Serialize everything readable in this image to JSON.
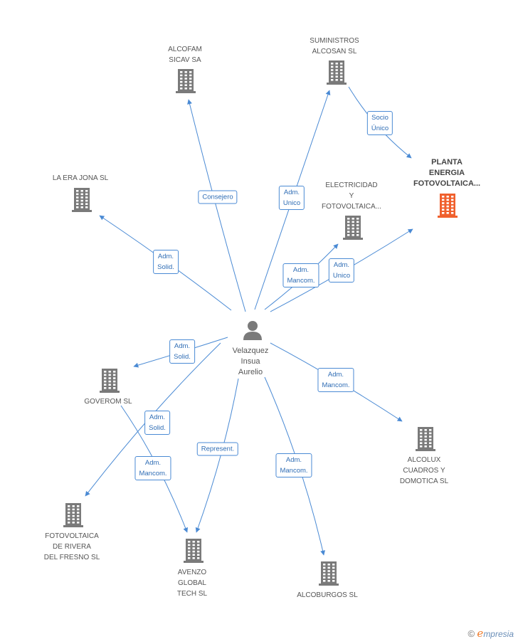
{
  "center": {
    "label": "Velazquez\nInsua\nAurelio"
  },
  "companies": [
    {
      "id": "alcofam",
      "label": "ALCOFAM\nSICAV SA",
      "highlight": false
    },
    {
      "id": "suministros",
      "label": "SUMINISTROS\nALCOSAN SL",
      "highlight": false
    },
    {
      "id": "planta",
      "label": "PLANTA\nENERGIA\nFOTOVOLTAICA...",
      "highlight": true
    },
    {
      "id": "laera",
      "label": "LA ERA JONA SL",
      "highlight": false
    },
    {
      "id": "electricidad",
      "label": "ELECTRICIDAD\nY\nFOTOVOLTAICA...",
      "highlight": false
    },
    {
      "id": "goverom",
      "label": "GOVEROM SL",
      "highlight": false
    },
    {
      "id": "alcolux",
      "label": "ALCOLUX\nCUADROS Y\nDOMOTICA SL",
      "highlight": false
    },
    {
      "id": "fotovoltaica",
      "label": "FOTOVOLTAICA\nDE RIVERA\nDEL FRESNO SL",
      "highlight": false
    },
    {
      "id": "avenzo",
      "label": "AVENZO\nGLOBAL\nTECH SL",
      "highlight": false
    },
    {
      "id": "alcoburgos",
      "label": "ALCOBURGOS SL",
      "highlight": false
    }
  ],
  "edges": [
    {
      "from": "center",
      "to": "alcofam",
      "label": "Consejero"
    },
    {
      "from": "center",
      "to": "suministros",
      "label": "Adm.\nUnico"
    },
    {
      "from": "suministros",
      "to": "planta",
      "label": "Socio\nÚnico"
    },
    {
      "from": "center",
      "to": "laera",
      "label": "Adm.\nSolid."
    },
    {
      "from": "center",
      "to": "electricidad",
      "label": "Adm.\nMancom."
    },
    {
      "from": "center",
      "to": "planta",
      "label": "Adm.\nUnico"
    },
    {
      "from": "center",
      "to": "goverom",
      "label": "Adm.\nSolid."
    },
    {
      "from": "center",
      "to": "fotovoltaica",
      "label": "Adm.\nSolid."
    },
    {
      "from": "goverom",
      "to": "avenzo",
      "label": "Adm.\nMancom."
    },
    {
      "from": "center",
      "to": "avenzo",
      "label": "Represent."
    },
    {
      "from": "center",
      "to": "alcoburgos",
      "label": "Adm.\nMancom."
    },
    {
      "from": "center",
      "to": "alcolux",
      "label": "Adm.\nMancom."
    }
  ],
  "colors": {
    "edge": "#4a8ad4",
    "icon": "#7a7a7a",
    "icon_highlight": "#f0602d",
    "person": "#7a7a7a"
  },
  "brand": {
    "copyright": "©",
    "initial": "e",
    "name": "mpresia"
  }
}
